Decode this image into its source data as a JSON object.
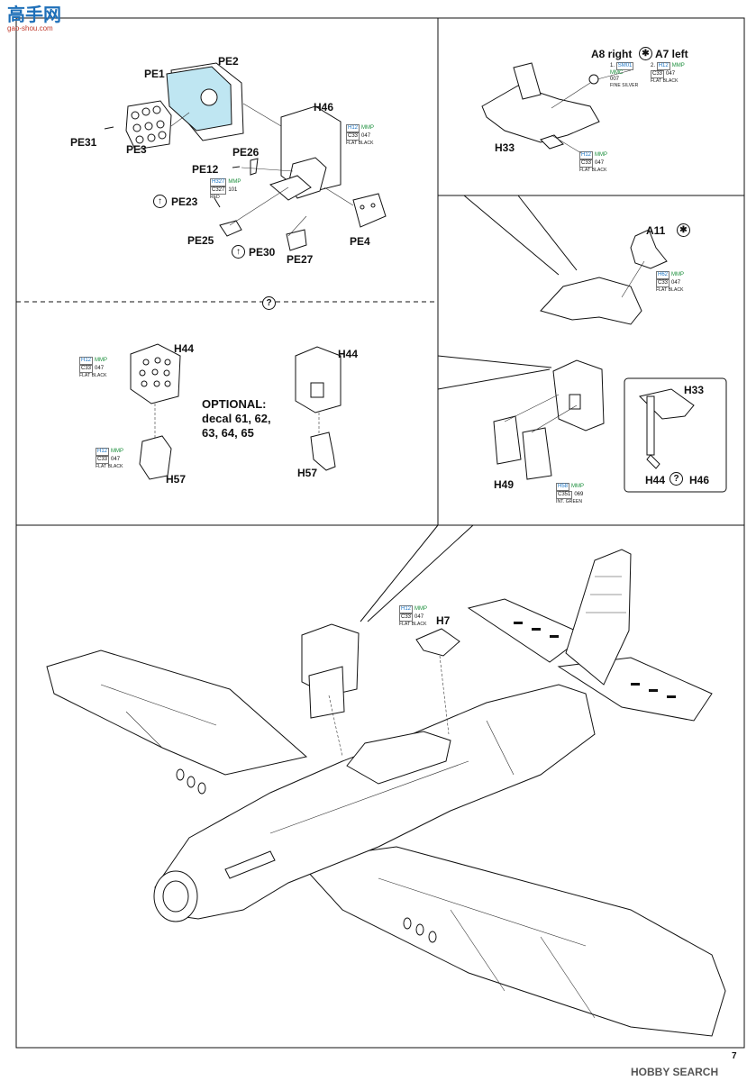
{
  "watermark": {
    "logo_text": "高手网",
    "url_text": "gao-shou.com",
    "hobby_text": "HOBBY SEARCH"
  },
  "page_number": "7",
  "labels": {
    "pe1": "PE1",
    "pe2": "PE2",
    "pe3": "PE3",
    "pe31": "PE31",
    "pe26": "PE26",
    "pe12": "PE12",
    "pe23": "PE23",
    "pe25": "PE25",
    "pe30": "PE30",
    "pe27": "PE27",
    "pe4": "PE4",
    "h46": "H46",
    "a8_right": "A8 right",
    "a7_left": "A7 left",
    "h33": "H33",
    "a11": "A11",
    "h44_a": "H44",
    "h44_b": "H44",
    "h57_a": "H57",
    "h57_b": "H57",
    "h49": "H49",
    "h33_inset": "H33",
    "h44_inset": "H44",
    "h46_inset": "H46",
    "h7": "H7"
  },
  "optional_note": {
    "line1": "OPTIONAL:",
    "line2": "decal 61, 62,",
    "line3": "63, 64, 65"
  },
  "alternative_symbol": "?",
  "paint_callouts": {
    "pe12_red": {
      "h": "H327",
      "m": "MMP",
      "c": "C327",
      "n": "101",
      "name": "RED"
    },
    "h46_black": {
      "h": "H12",
      "m": "MMP",
      "c": "C33",
      "n": "047",
      "name": "FLAT BLACK"
    },
    "a8_silver": {
      "step": "1.",
      "h": "SM01",
      "m": "MMC",
      "n": "007",
      "name": "FINE SILVER"
    },
    "a7_black": {
      "step": "2.",
      "h": "H12",
      "m": "MMP",
      "c": "C33",
      "n": "047",
      "name": "FLAT BLACK"
    },
    "h33_black": {
      "h": "H12",
      "m": "MMP",
      "c": "C33",
      "n": "047",
      "name": "FLAT BLACK"
    },
    "a11_black": {
      "h": "H62",
      "m": "MMP",
      "c": "C33",
      "n": "047",
      "name": "FLAT BLACK"
    },
    "h44_black": {
      "h": "H12",
      "m": "MMP",
      "c": "C33",
      "n": "047",
      "name": "FLAT BLACK"
    },
    "h57_black": {
      "h": "H12",
      "m": "MMP",
      "c": "C33",
      "n": "047",
      "name": "FLAT BLACK"
    },
    "h49_green": {
      "h": "H58",
      "m": "MMP",
      "c": "C351",
      "n": "069",
      "name": "INT. GREEN"
    },
    "h7_black": {
      "h": "H12",
      "m": "MMP",
      "c": "C33",
      "n": "047",
      "name": "FLAT BLACK"
    }
  },
  "colors": {
    "ink": "#111111",
    "hobby_color_code": "#1a74c4",
    "mr_color_code": "#1a8e3a",
    "photo_etch_fill": "#bfe6f2",
    "watermark_blue": "#1e6fb8",
    "watermark_red": "#c0392b"
  }
}
